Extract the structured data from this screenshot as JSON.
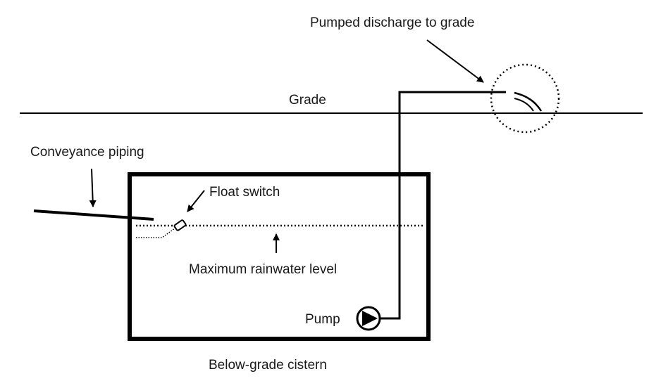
{
  "diagram": {
    "labels": {
      "pumped_discharge": "Pumped discharge to grade",
      "grade": "Grade",
      "conveyance_piping": "Conveyance piping",
      "float_switch": "Float switch",
      "max_level": "Maximum rainwater level",
      "pump": "Pump",
      "cistern": "Below-grade cistern"
    },
    "colors": {
      "line": "#000000",
      "grade_glow": "#b5e37a",
      "text": "#1a1a1a"
    }
  }
}
